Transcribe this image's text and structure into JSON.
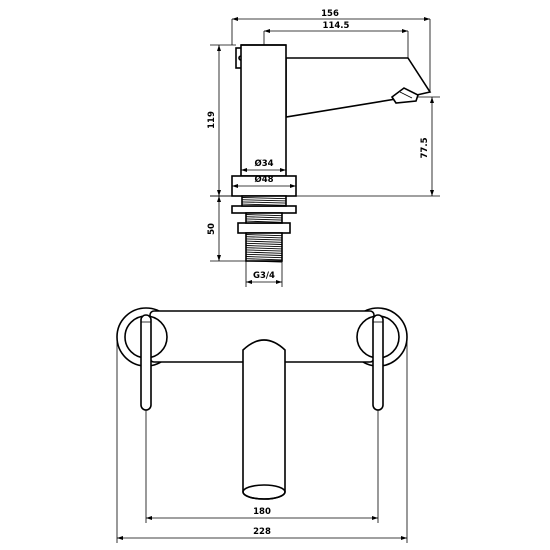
{
  "dimensions": {
    "total_width": "156",
    "spout_reach": "114.5",
    "height": "119",
    "spout_height": "77.5",
    "diameter_body": "Ø34",
    "diameter_base": "Ø48",
    "shank_length": "50",
    "thread": "G3/4",
    "centres": "180",
    "overall_width": "228"
  }
}
